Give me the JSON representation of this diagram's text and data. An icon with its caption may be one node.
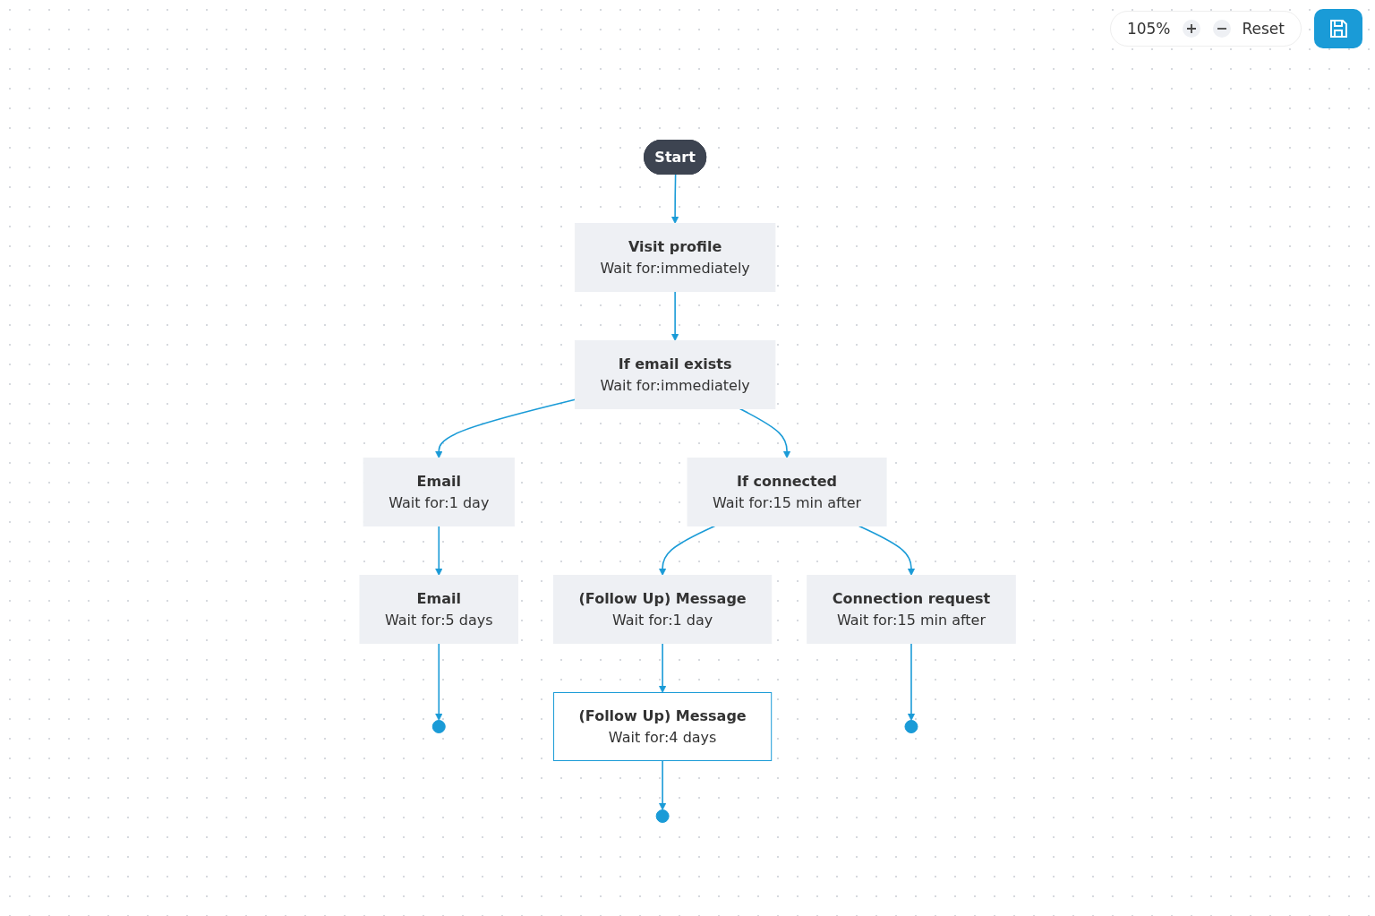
{
  "diagram": {
    "nodes": [
      {
        "text": [
          "Start"
        ]
      },
      {
        "text": [
          "Visit profile",
          "Wait for:immediately"
        ]
      },
      {
        "text": [
          "If email exists",
          "Wait for:immediately"
        ]
      },
      {
        "text": [
          "Email",
          "Wait for:1 day"
        ]
      },
      {
        "text": [
          "If connected",
          "Wait for:15 min after"
        ]
      },
      {
        "text": [
          "Email",
          "Wait for:5 days"
        ]
      },
      {
        "text": [
          "(Follow Up) Message",
          "Wait for:1 day"
        ]
      },
      {
        "text": [
          "Connection request",
          "Wait for:15 min after"
        ]
      },
      {
        "text": [
          "(Follow Up) Message",
          "Wait for:4 days"
        ]
      },
      {
        "text": [],
        "shape": "circle"
      },
      {
        "text": [],
        "shape": "circle"
      },
      {
        "text": [],
        "shape": "circle"
      }
    ],
    "edges": [
      {
        "from": 0,
        "to": 1,
        "arrow": "to"
      },
      {
        "from": 1,
        "to": 2,
        "arrow": "to"
      },
      {
        "from": 2,
        "to": 3,
        "arrow": "to"
      },
      {
        "from": 2,
        "to": 4,
        "arrow": "to"
      },
      {
        "from": 3,
        "to": 5,
        "arrow": "to"
      },
      {
        "from": 4,
        "to": 6,
        "arrow": "to"
      },
      {
        "from": 4,
        "to": 7,
        "arrow": "to"
      },
      {
        "from": 5,
        "to": 9,
        "arrow": "to"
      },
      {
        "from": 6,
        "to": 8,
        "arrow": "to"
      },
      {
        "from": 7,
        "to": 10,
        "arrow": "to"
      },
      {
        "from": 8,
        "to": 11,
        "arrow": "to"
      }
    ],
    "labels": [
      "105%",
      "Reset"
    ]
  }
}
